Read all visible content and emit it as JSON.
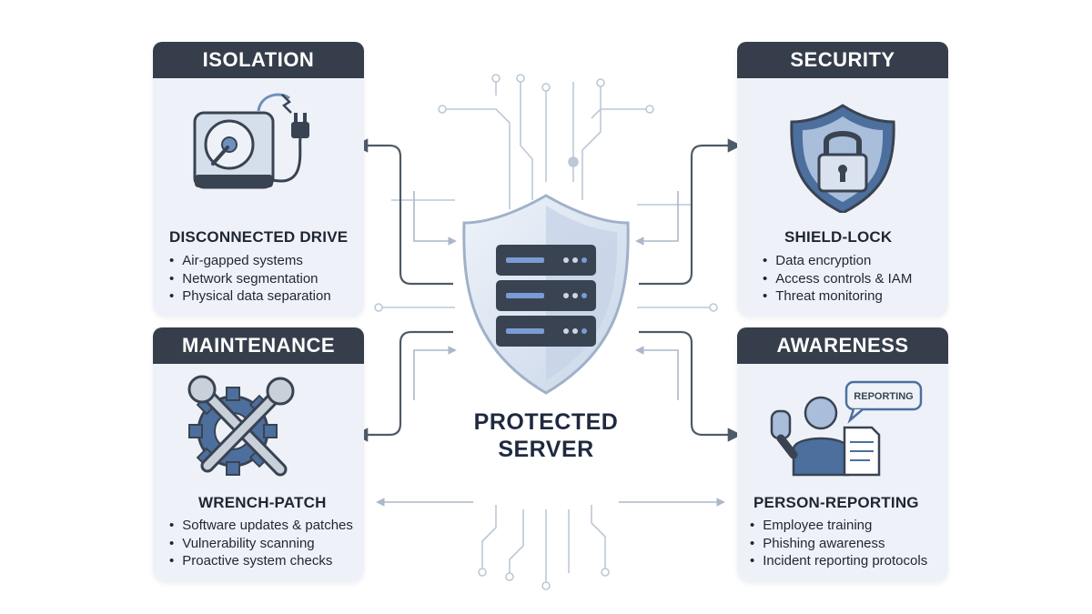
{
  "colors": {
    "header_bg": "#363e4b",
    "card_bg": "#eef2f8",
    "accent_blue": "#6f8fbe",
    "line": "#b9c6d6",
    "arrow": "#4f5a68"
  },
  "center": {
    "label": "PROTECTED\nSERVER",
    "icon": "shield-server-icon"
  },
  "cards": {
    "isolation": {
      "header": "ISOLATION",
      "title": "DISCONNECTED DRIVE",
      "icon": "disconnected-drive-icon",
      "items": [
        "Air-gapped systems",
        "Network segmentation",
        "Physical data separation"
      ]
    },
    "security": {
      "header": "SECURITY",
      "title": "SHIELD-LOCK",
      "icon": "shield-lock-icon",
      "items": [
        "Data encryption",
        "Access controls & IAM",
        "Threat monitoring"
      ]
    },
    "maintenance": {
      "header": "MAINTENANCE",
      "title": "WRENCH-PATCH",
      "icon": "wrench-patch-icon",
      "items": [
        "Software updates & patches",
        "Vulnerability scanning",
        "Proactive system checks"
      ]
    },
    "awareness": {
      "header": "AWARENESS",
      "title": "PERSON-REPORTING",
      "icon": "person-reporting-icon",
      "bubble": "REPORTING",
      "items": [
        "Employee training",
        "Phishing awareness",
        "Incident reporting protocols"
      ]
    }
  }
}
